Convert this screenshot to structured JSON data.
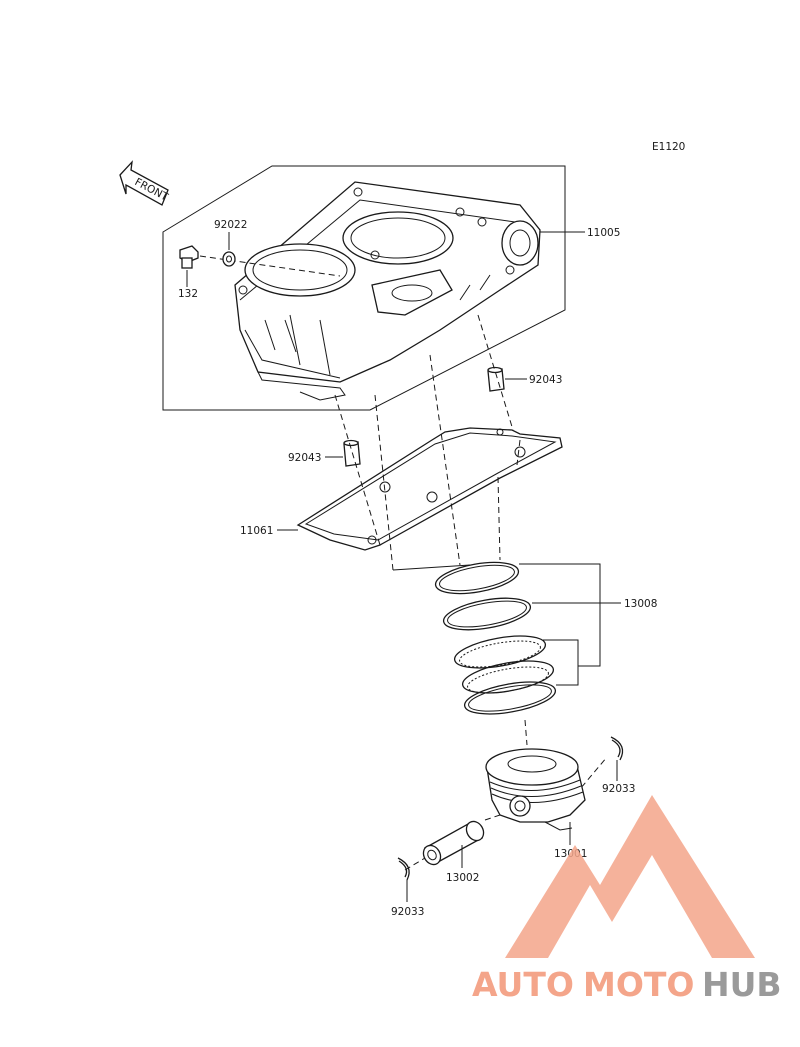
{
  "diagram": {
    "code": "E1120",
    "front_arrow_label": "FRONT"
  },
  "parts": {
    "cylinder": "11005",
    "oil_jet_plug": "132",
    "washer": "92022",
    "dowel_pin_upper": "92043",
    "dowel_pin_lower": "92043",
    "gasket": "11061",
    "piston_ring_set": "13008",
    "piston": "13001",
    "piston_pin": "13002",
    "snap_ring_right": "92033",
    "snap_ring_left": "92033"
  },
  "watermark": {
    "text_auto": "AUTO",
    "text_moto": "MOTO",
    "text_hub": "HUB",
    "color_primary": "#f4a58a",
    "color_hub": "#9a9a9a",
    "logo": "triangle-m-logo"
  }
}
